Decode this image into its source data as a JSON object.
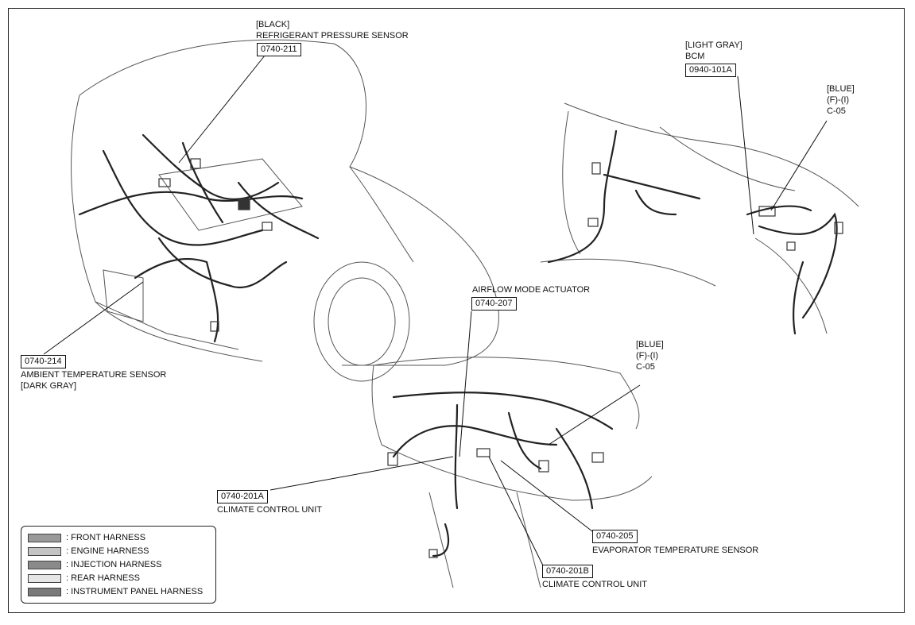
{
  "labels": {
    "refrigerant": {
      "color": "[BLACK]",
      "name": "REFRIGERANT PRESSURE SENSOR",
      "code": "0740-211"
    },
    "bcm": {
      "color": "[LIGHT GRAY]",
      "name": "BCM",
      "code": "0940-101A"
    },
    "blue_top": {
      "color": "[BLUE]",
      "line2": "(F)-(I)",
      "line3": "C-05"
    },
    "ambient": {
      "code": "0740-214",
      "name": "AMBIENT TEMPERATURE SENSOR",
      "color": "[DARK GRAY]"
    },
    "airflow": {
      "name": "AIRFLOW MODE ACTUATOR",
      "code": "0740-207"
    },
    "blue_mid": {
      "color": "[BLUE]",
      "line2": "(F)-(I)",
      "line3": "C-05"
    },
    "ccu_a": {
      "code": "0740-201A",
      "name": "CLIMATE CONTROL UNIT"
    },
    "evap": {
      "code": "0740-205",
      "name": "EVAPORATOR TEMPERATURE SENSOR"
    },
    "ccu_b": {
      "code": "0740-201B",
      "name": "CLIMATE CONTROL UNIT"
    }
  },
  "legend": [
    {
      "label": ": FRONT HARNESS",
      "swatch": "#9a9a9a"
    },
    {
      "label": ": ENGINE HARNESS",
      "swatch": "#c4c4c4"
    },
    {
      "label": ": INJECTION HARNESS",
      "swatch": "#8a8a8a"
    },
    {
      "label": ": REAR HARNESS",
      "swatch": "#e6e6e6"
    },
    {
      "label": ": INSTRUMENT PANEL HARNESS",
      "swatch": "#7a7a7a"
    }
  ]
}
